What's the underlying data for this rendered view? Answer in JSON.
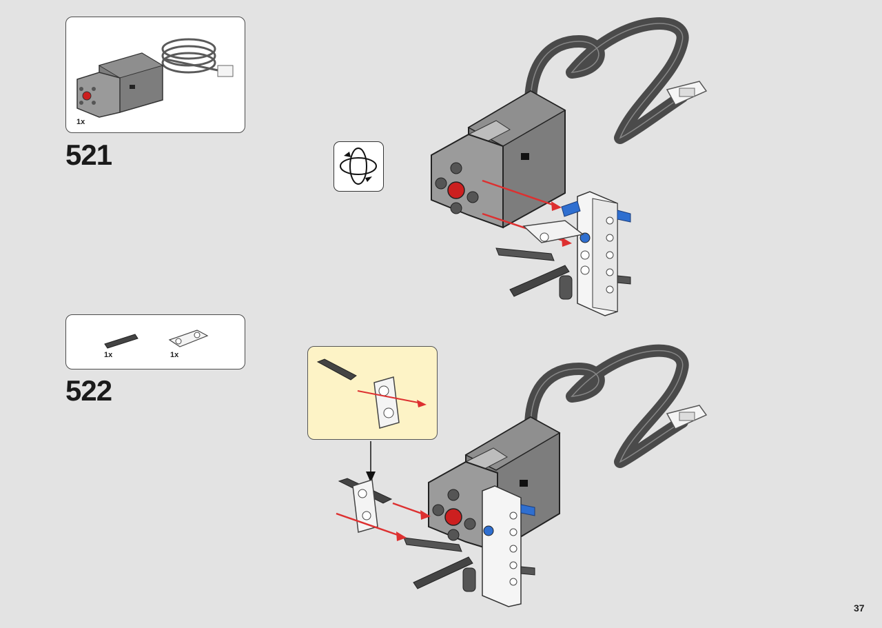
{
  "page": {
    "number": "37"
  },
  "steps": [
    {
      "number": "521",
      "parts": [
        {
          "name": "motor-with-cable",
          "quantity": "1x"
        }
      ]
    },
    {
      "number": "522",
      "parts": [
        {
          "name": "axle-pin",
          "quantity": "1x"
        },
        {
          "name": "double-hole-connector",
          "quantity": "1x"
        }
      ]
    }
  ],
  "colors": {
    "background": "#e3e3e3",
    "motor_body": "#7d7d7d",
    "motor_dark": "#555555",
    "motor_hub": "#cc1f1f",
    "pin_blue": "#2f6fd0",
    "arrow_red": "#dd3030",
    "callout_bg": "#fdf3c6"
  },
  "icons": {
    "rotate": "rotate-model-icon"
  }
}
